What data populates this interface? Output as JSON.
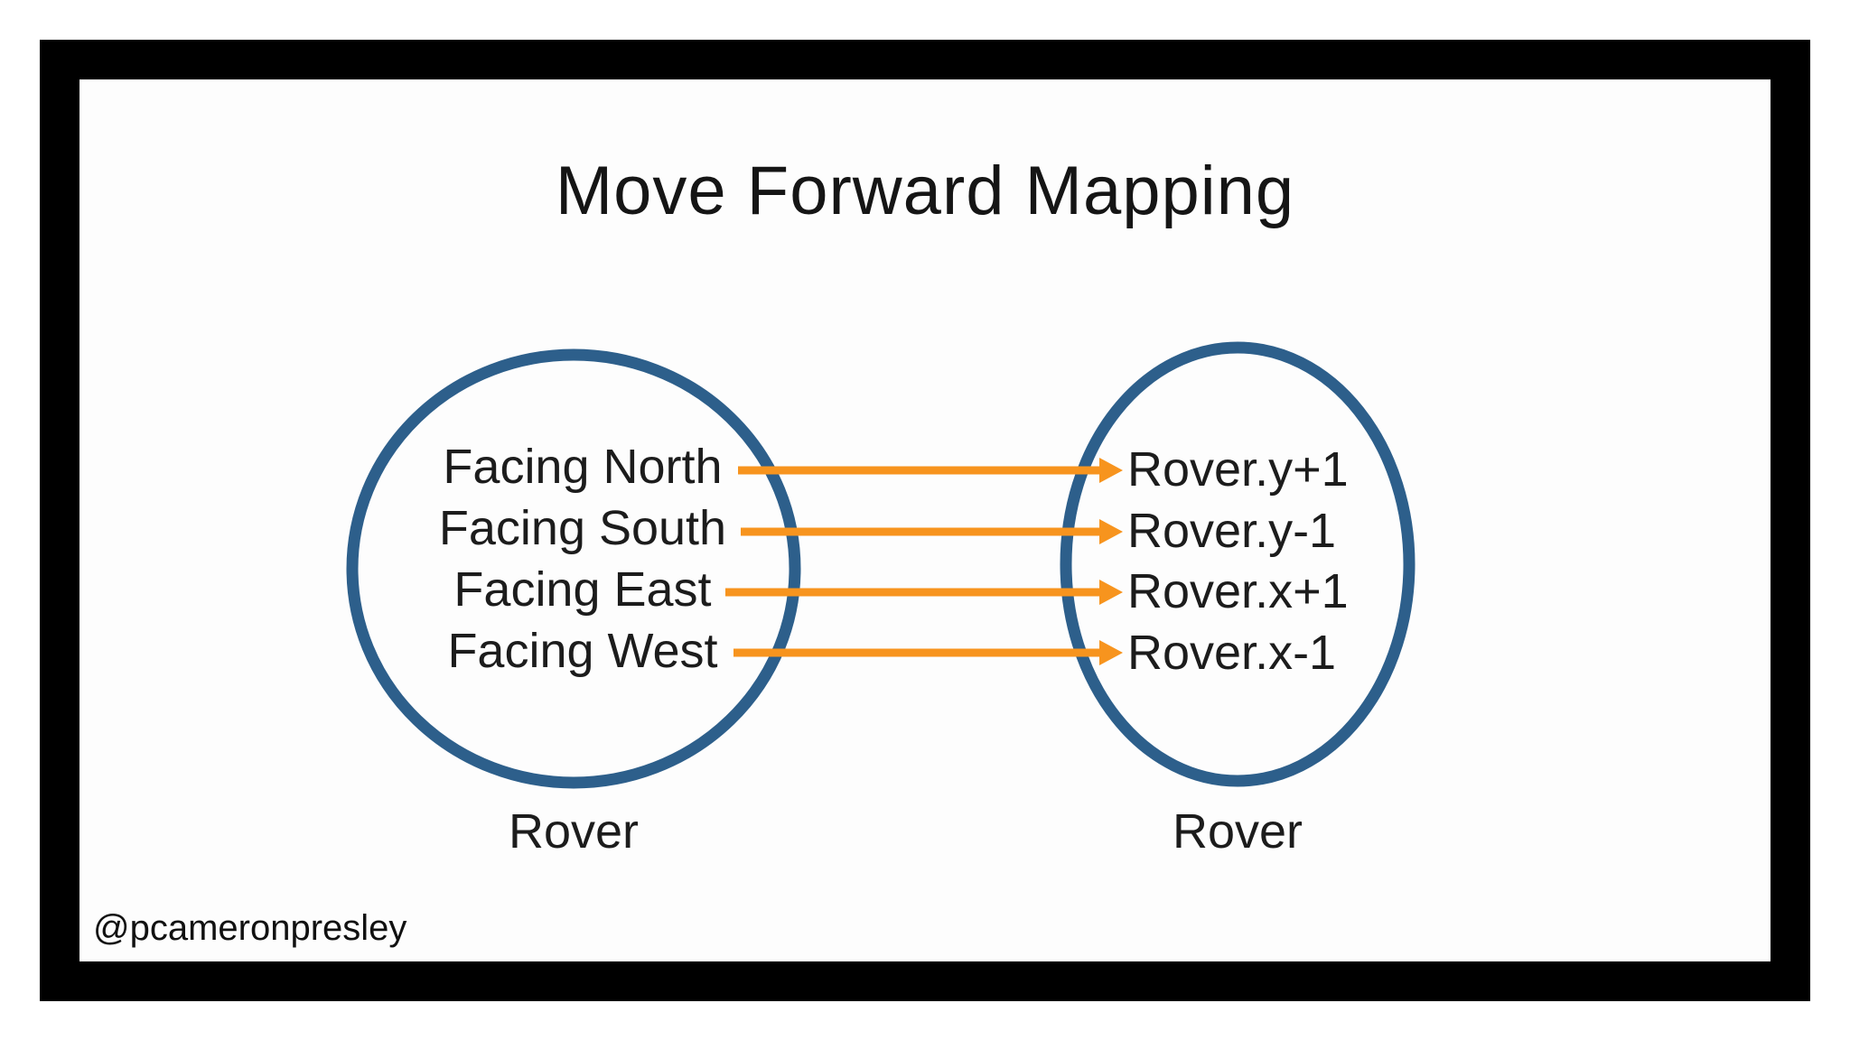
{
  "title": "Move Forward Mapping",
  "left_circle": {
    "label": "Rover",
    "items": [
      "Facing North",
      "Facing South",
      "Facing East",
      "Facing West"
    ]
  },
  "right_circle": {
    "label": "Rover",
    "items": [
      "Rover.y+1",
      "Rover.y-1",
      "Rover.x+1",
      "Rover.x-1"
    ]
  },
  "mappings": [
    {
      "from": "Facing North",
      "to": "Rover.y+1"
    },
    {
      "from": "Facing South",
      "to": "Rover.y-1"
    },
    {
      "from": "Facing East",
      "to": "Rover.x+1"
    },
    {
      "from": "Facing West",
      "to": "Rover.x-1"
    }
  ],
  "watermark": "@pcameronpresley",
  "colors": {
    "circle_stroke": "#2d5f8b",
    "arrow": "#f7941e",
    "frame": "#000000",
    "text": "#1c1c1c",
    "background": "#fdfdfd"
  }
}
